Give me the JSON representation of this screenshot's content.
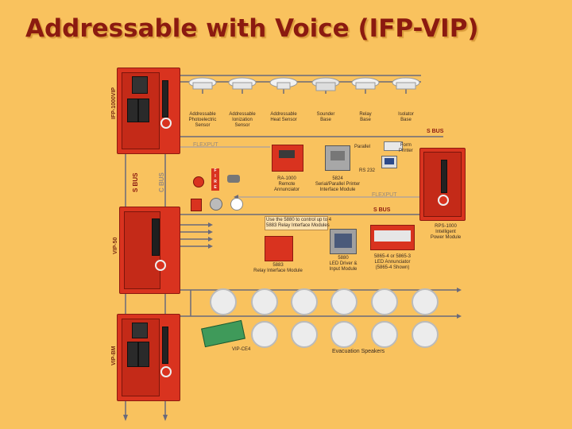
{
  "title": "Addressable with Voice (IFP-VIP)",
  "panels": {
    "ifp": "IFP-1000VIP",
    "vip": "VIP-50",
    "vipbm": "VIP-BM",
    "rps": "RPS-1000"
  },
  "detectors": [
    {
      "caption": "Addressable\nPhotoelectric\nSensor"
    },
    {
      "caption": "Addressable\nIonization\nSensor"
    },
    {
      "caption": "Addressable\nHeat Sensor"
    },
    {
      "caption": "Sounder\nBase"
    },
    {
      "caption": "Relay\nBase"
    },
    {
      "caption": "Isolator\nBase"
    }
  ],
  "buses": {
    "s_bus_top": "S BUS",
    "flexput_top": "FLEXPUT",
    "s_bus_vertical": "S BUS",
    "c_bus_vertical": "C BUS",
    "flexput_mid": "FLEXPUT",
    "s_bus_mid": "S BUS"
  },
  "devices": {
    "ra1000": "RA-1000\nRemote\nAnnunciator",
    "parallel": "Parallel",
    "rs232": "RS 232",
    "printer": "Form\nPrinter",
    "s824": "5824\nSerial/Parallel Printer\nInterface Module",
    "rps1000": "RPS-1000\nIntelligent\nPower Module",
    "note": "Use the 5880 to control up to 4\n5883 Relay Interface Modules",
    "r5883": "5883\nRelay Interface Module",
    "d5880": "5880\nLED Driver &\nInput Module",
    "a5865": "5865-4 or 5865-3\nLED Annunciator\n(5865-4 Shown)",
    "vipce4": "VIP-CE4",
    "speakers": "Evacuation Speakers",
    "fire": "F\nI\nR\nE"
  }
}
